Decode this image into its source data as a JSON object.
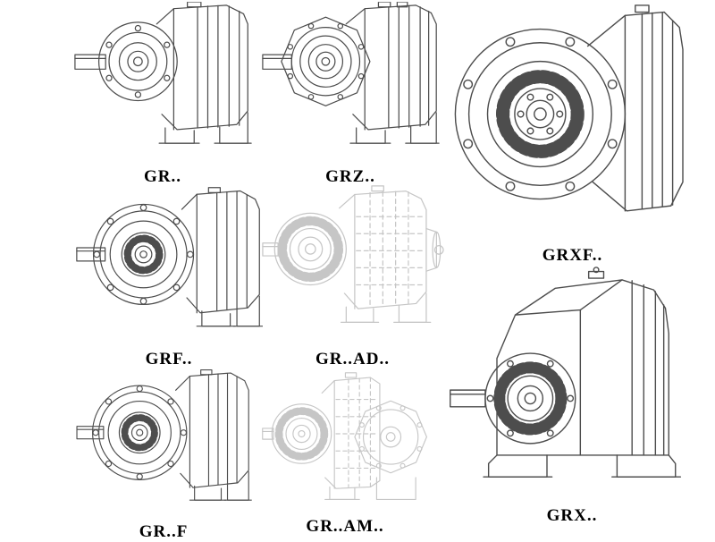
{
  "figures": [
    {
      "id": "gr",
      "label": "GR..",
      "faded": false
    },
    {
      "id": "grz",
      "label": "GRZ..",
      "faded": false
    },
    {
      "id": "grxf",
      "label": "GRXF..",
      "faded": false
    },
    {
      "id": "grf",
      "label": "GRF..",
      "faded": false
    },
    {
      "id": "grad",
      "label": "GR..AD..",
      "faded": true
    },
    {
      "id": "grff",
      "label": "GR..F",
      "faded": false
    },
    {
      "id": "gram",
      "label": "GR..AM..",
      "faded": true
    },
    {
      "id": "grx",
      "label": "GRX..",
      "faded": false
    }
  ],
  "colors": {
    "line_dark": "#4d4d4d",
    "line_light": "#c6c6c6",
    "label": "#000000",
    "background": "#ffffff"
  }
}
